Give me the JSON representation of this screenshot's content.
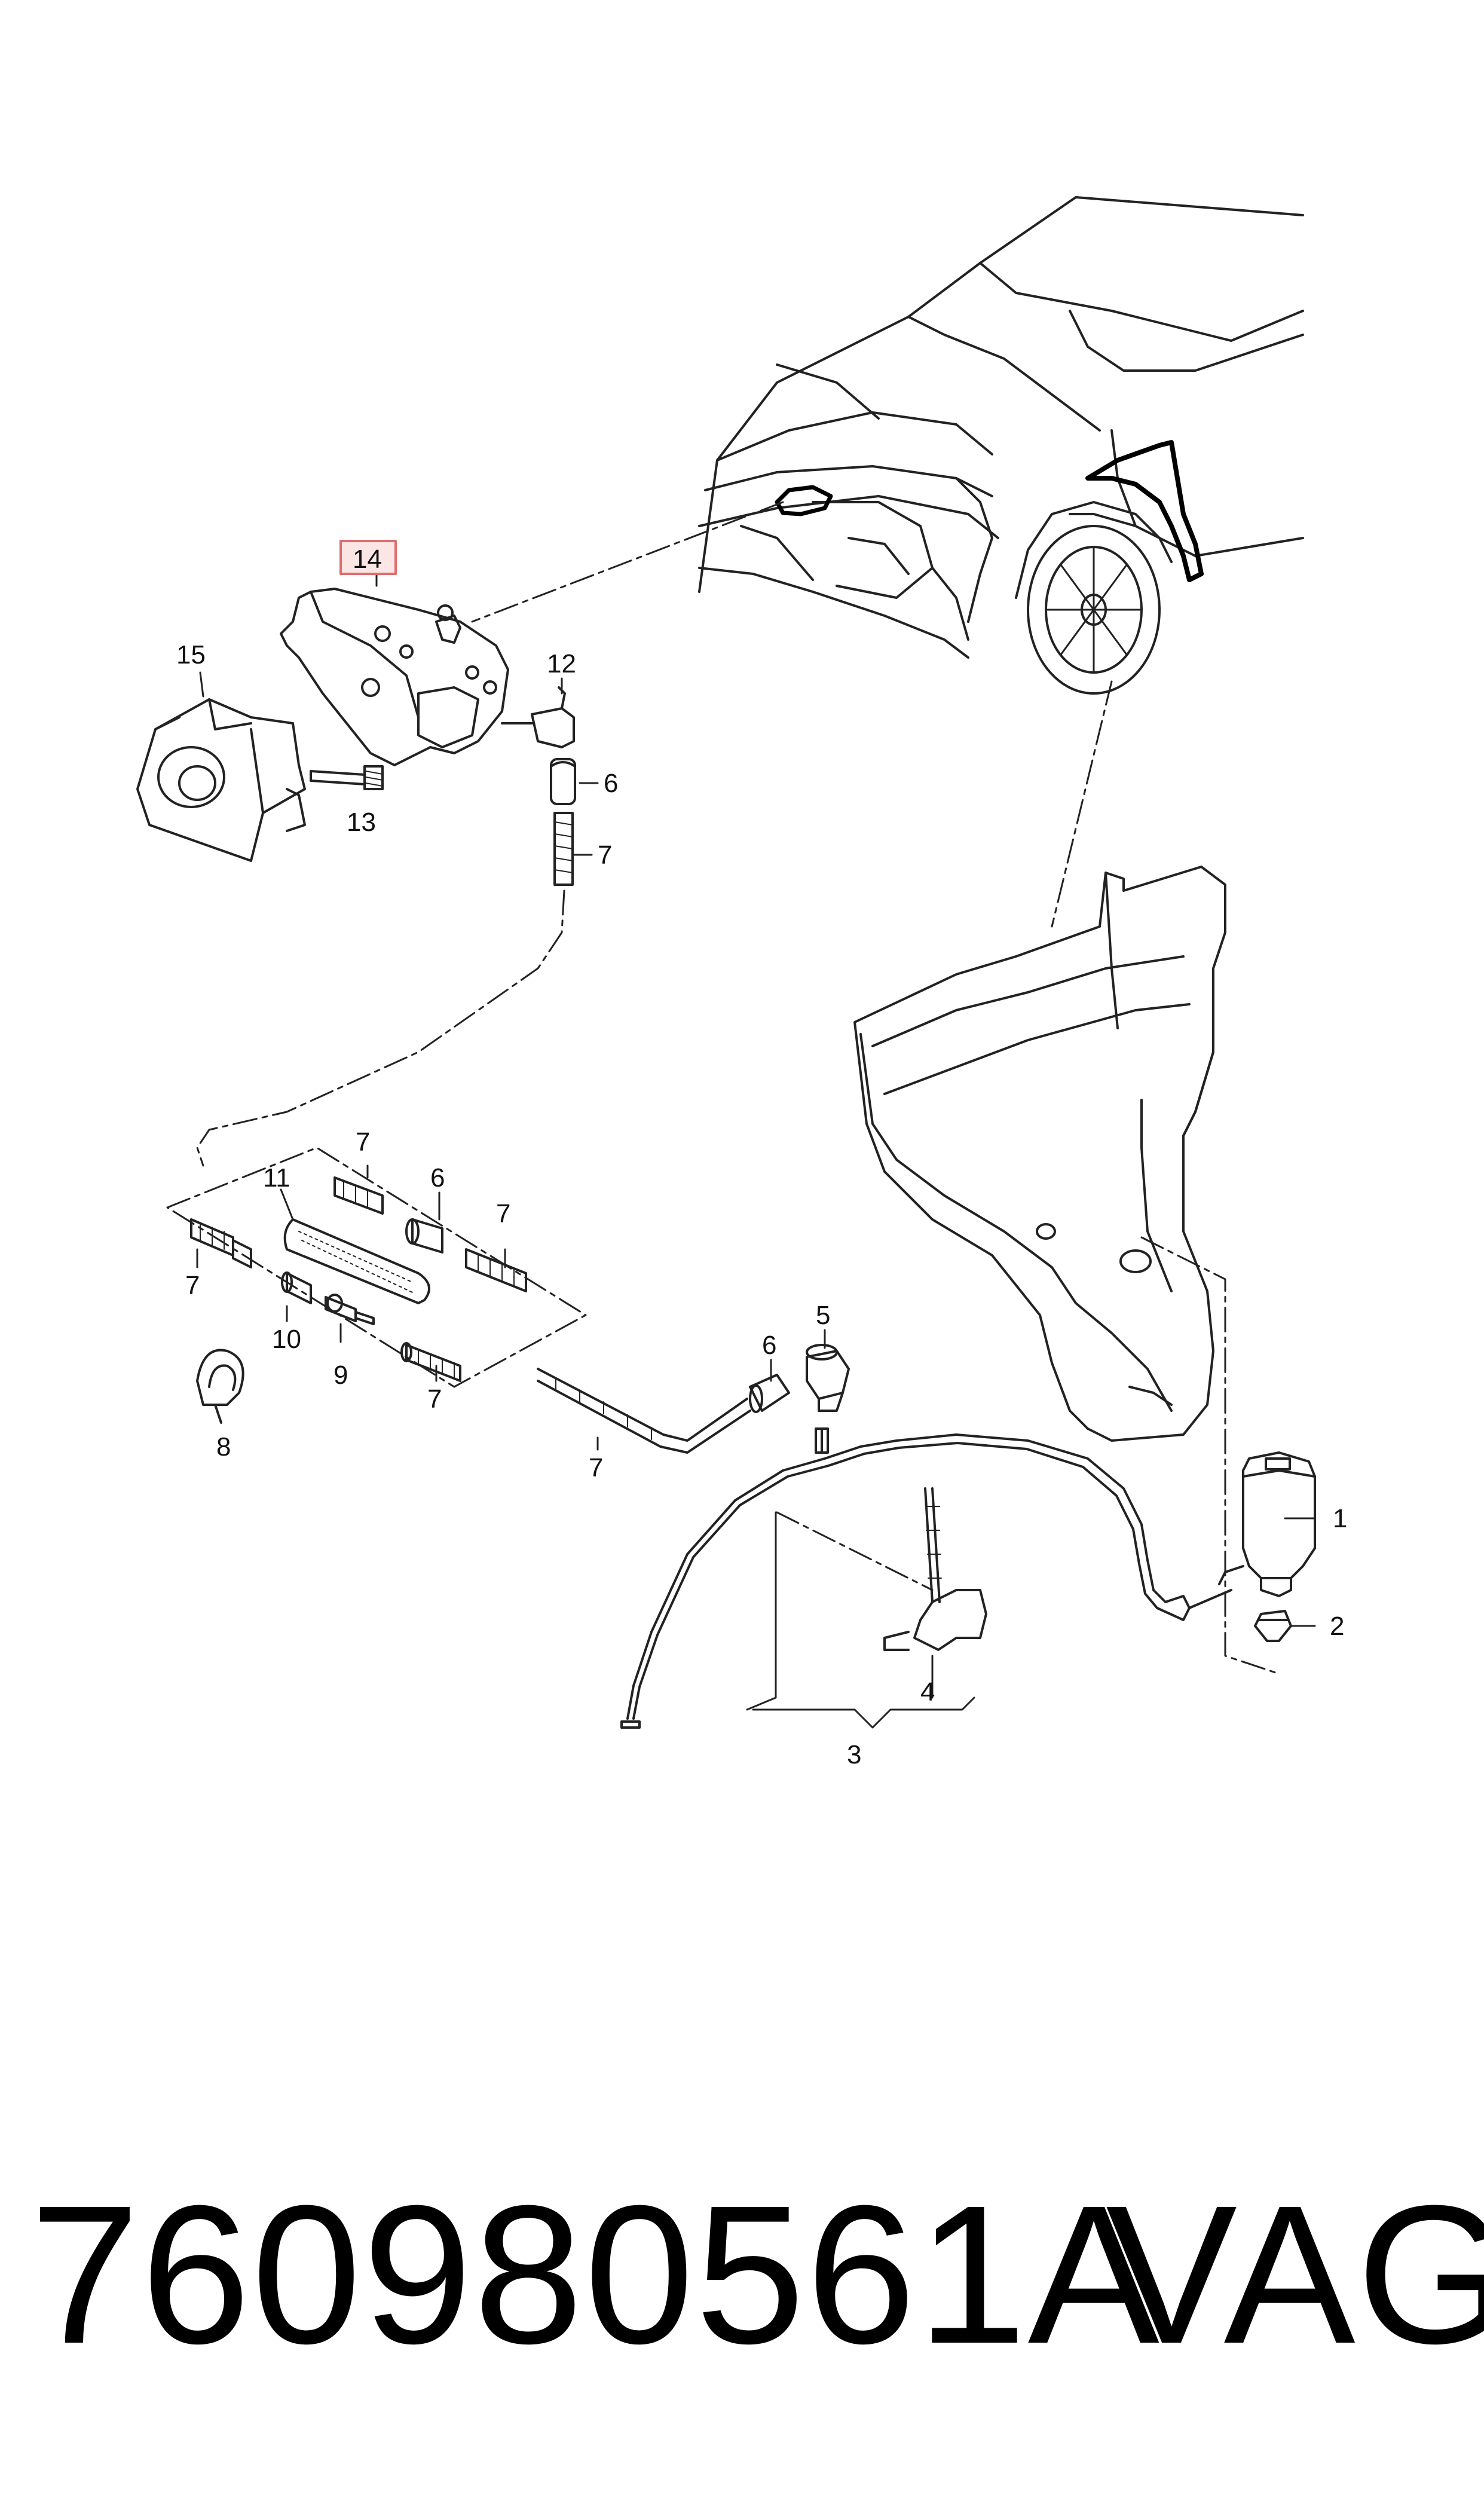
{
  "diagram": {
    "callouts": [
      "14",
      "15",
      "12",
      "6",
      "7",
      "13",
      "7",
      "6",
      "11",
      "7",
      "7",
      "10",
      "9",
      "7",
      "8",
      "7",
      "6",
      "5",
      "1",
      "2",
      "4",
      "3"
    ],
    "highlight_color": "#e06c6c"
  },
  "footer": {
    "part_number": "760980561A",
    "brand": "VAG"
  }
}
